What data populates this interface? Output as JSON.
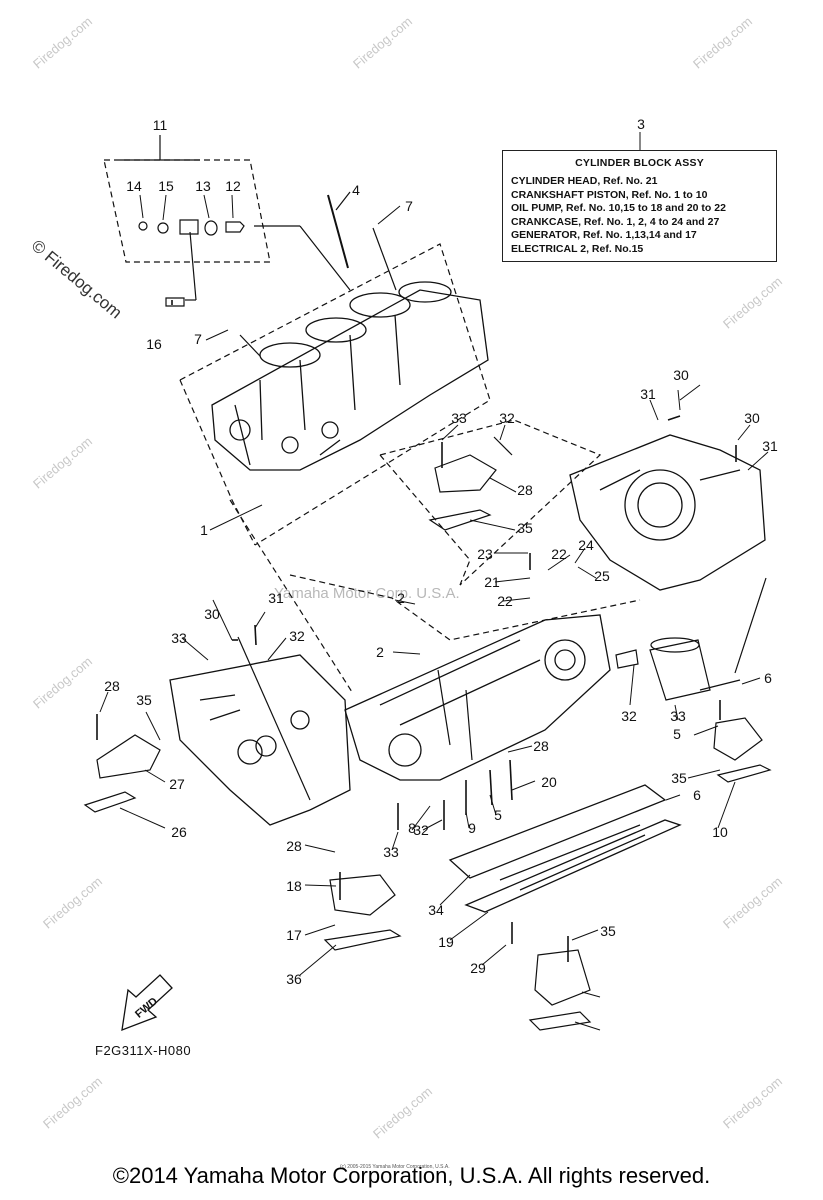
{
  "watermark": {
    "site": "Firedog.com",
    "side_label": "© Firedog.com",
    "center_label": "Yamaha Motor Corp. U.S.A."
  },
  "legend": {
    "ref": "3",
    "title": "CYLINDER BLOCK ASSY",
    "rows": [
      "CYLINDER HEAD, Ref. No. 21",
      "CRANKSHAFT PISTON, Ref. No. 1 to 10",
      "OIL PUMP, Ref. No. 10,15 to 18 and 20 to 22",
      "CRANKCASE, Ref. No. 1, 2, 4 to 24 and 27",
      "GENERATOR, Ref. No. 1,13,14 and 17",
      "ELECTRICAL 2, Ref. No.15"
    ]
  },
  "callouts": [
    "11",
    "14",
    "15",
    "13",
    "12",
    "4",
    "7",
    "16",
    "7",
    "1",
    "30",
    "31",
    "33",
    "32",
    "30",
    "31",
    "28",
    "35",
    "23",
    "22",
    "24",
    "21",
    "25",
    "22",
    "2",
    "30",
    "31",
    "2",
    "33",
    "32",
    "28",
    "35",
    "27",
    "26",
    "32",
    "33",
    "6",
    "5",
    "28",
    "20",
    "35",
    "6",
    "10",
    "8",
    "5",
    "9",
    "32",
    "33",
    "28",
    "18",
    "17",
    "34",
    "19",
    "35",
    "29",
    "36"
  ],
  "fwd_label": "FWD",
  "figure_code": "F2G311X-H080",
  "tiny_note": "(c) 2005-2015 Yamaha Motor Corporation, U.S.A.",
  "copyright": "©2014 Yamaha Motor Corporation, U.S.A. All rights reserved."
}
